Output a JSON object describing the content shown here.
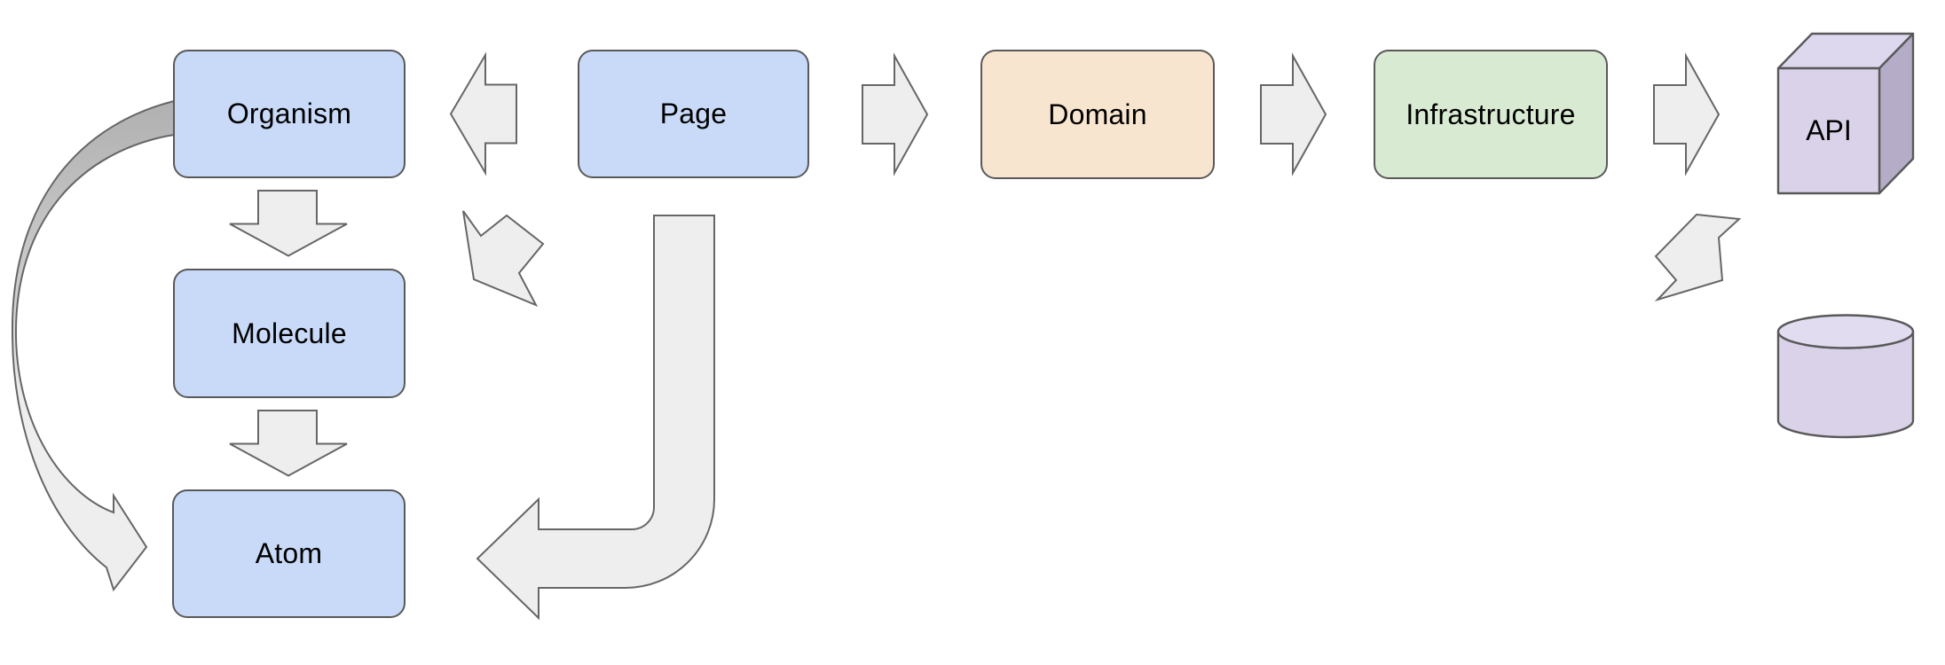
{
  "palette": {
    "background": "#ffffff",
    "node_stroke": "#595959",
    "connector_stroke": "#666666",
    "connector_fill": "#eeeeee",
    "blue": "#c9daf8",
    "orange": "#f8e5cf",
    "green": "#d9ead3",
    "purple": "#d9d2e9",
    "purple_top": "#ded8ee",
    "purple_side": "#b5acc8",
    "purple_ellipse": "#e2dcf0",
    "curve_gradient_start": "#b0b0b0",
    "curve_gradient_mid": "#cccccc",
    "curve_gradient_end": "#eeeeee"
  },
  "nodes": {
    "organism": {
      "label": "Organism",
      "fill": "#c9daf8",
      "shape": "rounded-rect"
    },
    "molecule": {
      "label": "Molecule",
      "fill": "#c9daf8",
      "shape": "rounded-rect"
    },
    "atom": {
      "label": "Atom",
      "fill": "#c9daf8",
      "shape": "rounded-rect"
    },
    "page": {
      "label": "Page",
      "fill": "#c9daf8",
      "shape": "rounded-rect"
    },
    "domain": {
      "label": "Domain",
      "fill": "#f8e5cf",
      "shape": "rounded-rect"
    },
    "infrastructure": {
      "label": "Infrastructure",
      "fill": "#d9ead3",
      "shape": "rounded-rect"
    },
    "api": {
      "label": "API",
      "fill": "#d9d2e9",
      "shape": "cube"
    },
    "database": {
      "label": "",
      "fill": "#d9d2e9",
      "shape": "cylinder"
    }
  },
  "connectors": [
    {
      "from": "page",
      "to": "organism",
      "shape": "block-arrow-left"
    },
    {
      "from": "organism",
      "to": "molecule",
      "shape": "block-arrow-down"
    },
    {
      "from": "molecule",
      "to": "atom",
      "shape": "block-arrow-down"
    },
    {
      "from": "organism",
      "to": "atom",
      "shape": "curved-tapered-arrow"
    },
    {
      "from": "page",
      "to": "molecule",
      "shape": "bent-arrow-down-left"
    },
    {
      "from": "page",
      "to": "atom",
      "shape": "j-shaped-arrow-left"
    },
    {
      "from": "page",
      "to": "domain",
      "shape": "block-arrow-right"
    },
    {
      "from": "domain",
      "to": "infrastructure",
      "shape": "block-arrow-right"
    },
    {
      "from": "infrastructure",
      "to": "api",
      "shape": "block-arrow-right"
    },
    {
      "from": "api",
      "to": "database",
      "shape": "bent-arrow-down-left"
    }
  ]
}
